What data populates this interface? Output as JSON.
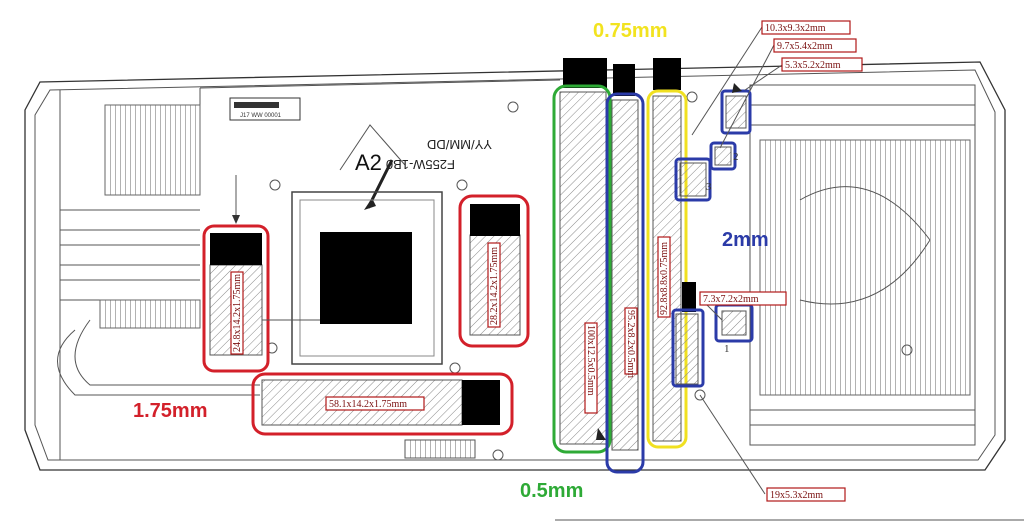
{
  "thickness_labels": {
    "mm_075": "0.75mm",
    "mm_2": "2mm",
    "mm_175": "1.75mm",
    "mm_05": "0.5mm"
  },
  "colors": {
    "red": "#d3202a",
    "green": "#2eaa36",
    "blue": "#2b3ba8",
    "yellow": "#f0e020"
  },
  "pad_dims": {
    "left_vertical": "24.8x14.2x1.75mm",
    "bottom_horizontal": "58.1x14.2x1.75mm",
    "red_right": "28.2x14.2x1.75mm",
    "green_strip": "100x12.5x0.5mm",
    "blue_strip": "95.2x8.2x0.5mm",
    "yellow_strip": "92.8x8.8x0.75mm",
    "top_1": "10.3x9.3x2mm",
    "top_2": "9.7x5.4x2mm",
    "top_3": "5.3x5.2x2mm",
    "right_small": "7.3x7.2x2mm",
    "bottom_right": "19x5.3x2mm"
  },
  "drawing_text": {
    "chip_marker": "A2",
    "part_code": "F255W-1B0",
    "date_code": "YY/MM/DD",
    "sticker": "J17 WW 00001"
  },
  "pad_numbers": [
    "1",
    "2",
    "3"
  ]
}
